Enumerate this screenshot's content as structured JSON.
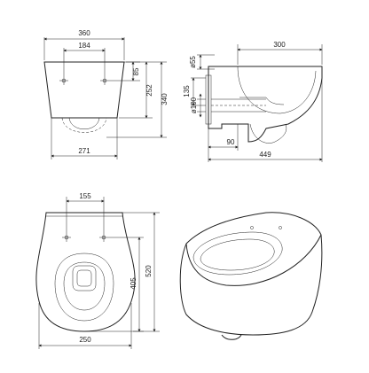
{
  "drawing": {
    "front_view": {
      "top_width": "360",
      "hole_spacing": "184",
      "hole_offset": "85",
      "body_height": "252",
      "total_height": "340",
      "bottom_width": "271"
    },
    "side_view": {
      "pipe_diameter_top": "ø55",
      "bowl_depth": "300",
      "outlet_height": "135",
      "outlet_diameter": "ø100",
      "outlet_offset": "90",
      "total_depth": "449"
    },
    "top_view": {
      "hole_spacing": "155",
      "seat_length": "405",
      "total_length": "520",
      "width": "250"
    }
  },
  "colors": {
    "line": "#222222",
    "background": "#ffffff"
  }
}
